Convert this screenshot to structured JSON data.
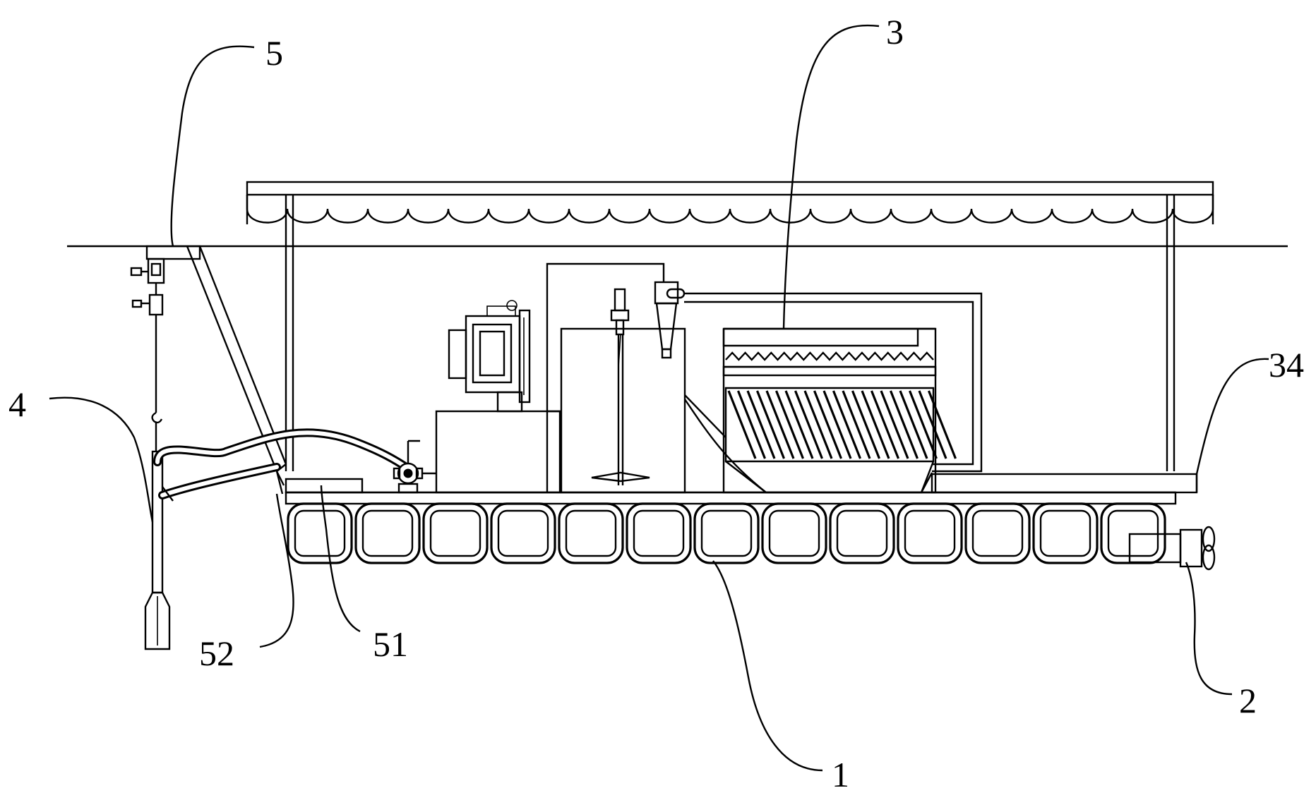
{
  "labels": {
    "l1": "1",
    "l2": "2",
    "l3": "3",
    "l4": "4",
    "l5": "5",
    "l34": "34",
    "l51": "51",
    "l52": "52"
  }
}
